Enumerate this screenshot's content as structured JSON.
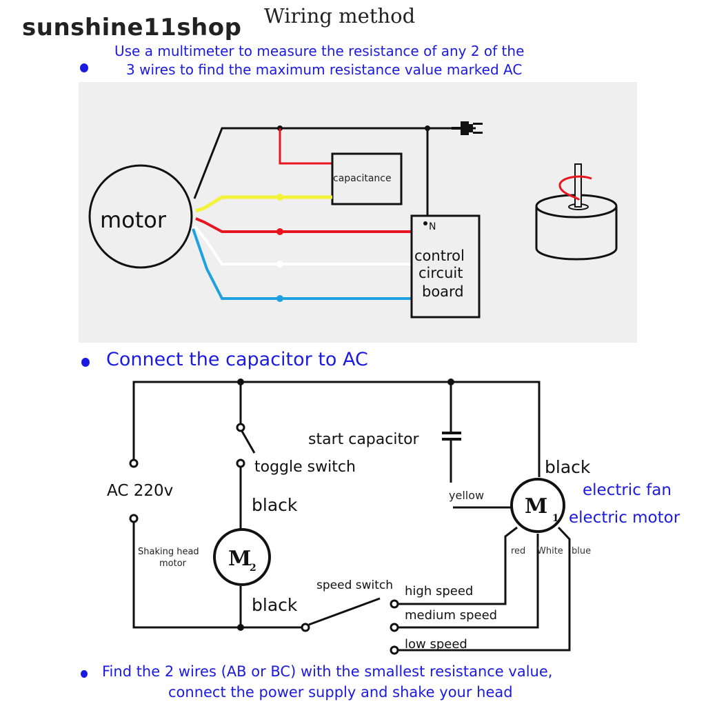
{
  "header": {
    "brand": "sunshine11shop",
    "title": "Wiring method"
  },
  "step1": {
    "line1": "Use a multimeter to measure the resistance of any 2 of the",
    "line2": "3 wires to find the maximum resistance value marked AC"
  },
  "diagram1": {
    "motor_label": "motor",
    "capacitance_label": "capacitance",
    "control_line1": "control",
    "control_line2": "circuit",
    "control_line3": "board",
    "neutral_label": "N",
    "wire_colors": {
      "black": "#111111",
      "red": "#e8141e",
      "yellow": "#f5f23a",
      "white": "#ffffff",
      "blue": "#1fa0e0"
    },
    "background": "#efeff0"
  },
  "step2": {
    "text": "Connect the capacitor to AC"
  },
  "diagram2": {
    "ac_label": "AC 220v",
    "toggle_label": "toggle switch",
    "start_cap_label": "start capacitor",
    "black_top": "black",
    "black_bottom": "black",
    "black_m1": "black",
    "m2_label": "M",
    "m2_sub": "2",
    "m1_label": "M",
    "m1_sub": "1",
    "shaking_line1": "Shaking head",
    "shaking_line2": "motor",
    "yellow_label": "yellow",
    "fan_line1": "electric fan",
    "fan_line2": "electric motor",
    "red_label": "red",
    "white_label": "White",
    "blue_label": "blue",
    "speed_switch_label": "speed switch",
    "high_speed": "high speed",
    "medium_speed": "medium speed",
    "low_speed": "low speed"
  },
  "step3": {
    "line1": "Find the 2 wires (AB or BC) with the smallest resistance value,",
    "line2": "connect the power supply and shake your head"
  },
  "colors": {
    "accent_blue": "#1a1ae0"
  }
}
